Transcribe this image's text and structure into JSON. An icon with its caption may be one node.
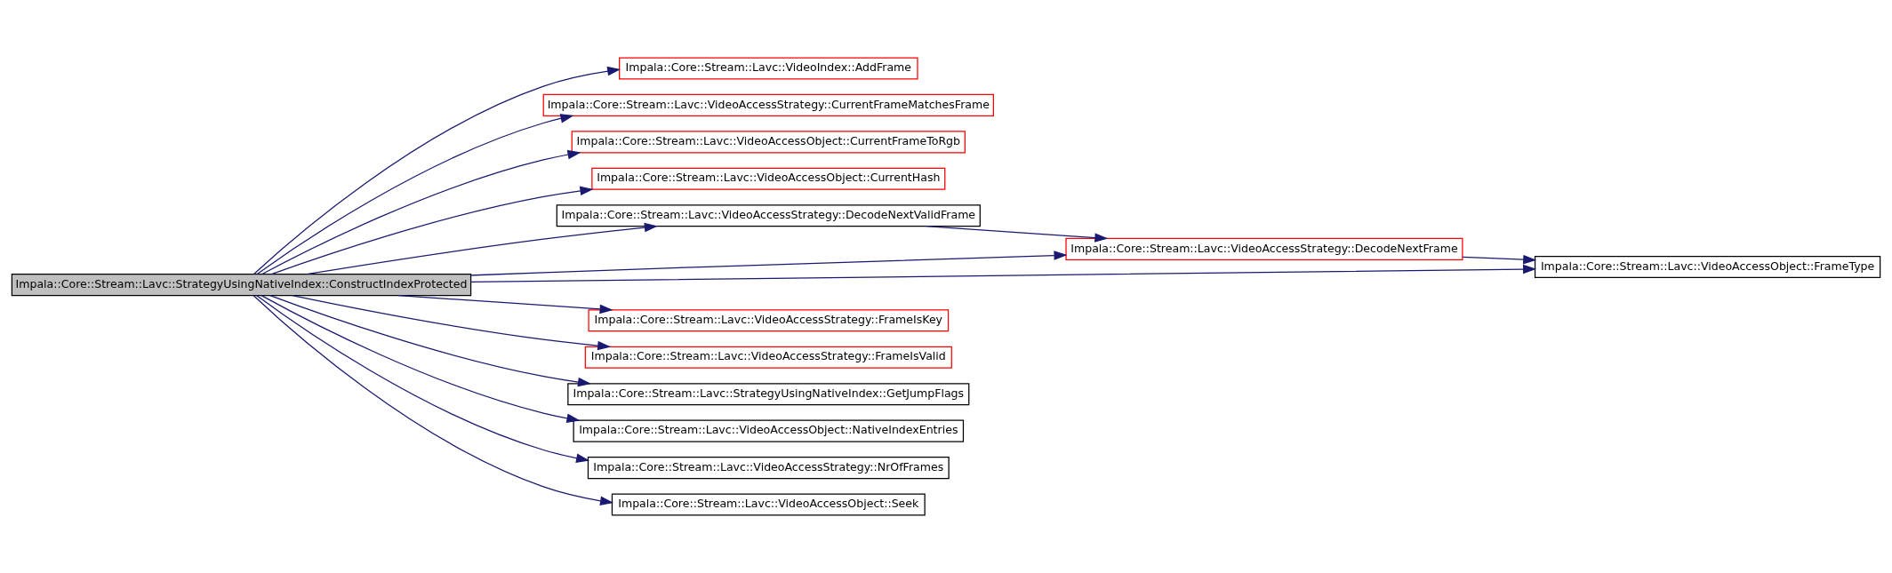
{
  "diagram": {
    "nodes": [
      {
        "text": [
          "Impala::Core::Stream::Lavc::StrategyUsingNativeIndex::ConstructIndexProtected"
        ]
      },
      {
        "text": [
          "Impala::Core::Stream::Lavc::VideoIndex::AddFrame"
        ]
      },
      {
        "text": [
          "Impala::Core::Stream::Lavc::VideoAccessStrategy::CurrentFrameMatchesFrame"
        ]
      },
      {
        "text": [
          "Impala::Core::Stream::Lavc::VideoAccessObject::CurrentFrameToRgb"
        ]
      },
      {
        "text": [
          "Impala::Core::Stream::Lavc::VideoAccessObject::CurrentHash"
        ]
      },
      {
        "text": [
          "Impala::Core::Stream::Lavc::VideoAccessStrategy::DecodeNextValidFrame"
        ]
      },
      {
        "text": [
          "Impala::Core::Stream::Lavc::VideoAccessStrategy::DecodeNextFrame"
        ]
      },
      {
        "text": [
          "Impala::Core::Stream::Lavc::VideoAccessObject::FrameType"
        ]
      },
      {
        "text": [
          "Impala::Core::Stream::Lavc::VideoAccessStrategy::FrameIsKey"
        ]
      },
      {
        "text": [
          "Impala::Core::Stream::Lavc::VideoAccessStrategy::FrameIsValid"
        ]
      },
      {
        "text": [
          "Impala::Core::Stream::Lavc::StrategyUsingNativeIndex::GetJumpFlags"
        ]
      },
      {
        "text": [
          "Impala::Core::Stream::Lavc::VideoAccessObject::NativeIndexEntries"
        ]
      },
      {
        "text": [
          "Impala::Core::Stream::Lavc::VideoAccessStrategy::NrOfFrames"
        ]
      },
      {
        "text": [
          "Impala::Core::Stream::Lavc::VideoAccessObject::Seek"
        ]
      }
    ],
    "edges": [
      {
        "from": 0,
        "to": 1,
        "arrow": "to"
      },
      {
        "from": 0,
        "to": 2,
        "arrow": "to"
      },
      {
        "from": 0,
        "to": 3,
        "arrow": "to"
      },
      {
        "from": 0,
        "to": 4,
        "arrow": "to"
      },
      {
        "from": 0,
        "to": 6,
        "arrow": "to"
      },
      {
        "from": 0,
        "to": 5,
        "arrow": "to"
      },
      {
        "from": 5,
        "to": 6,
        "arrow": "to"
      },
      {
        "from": 6,
        "to": 7,
        "arrow": "to"
      },
      {
        "from": 0,
        "to": 7,
        "arrow": "to"
      },
      {
        "from": 0,
        "to": 8,
        "arrow": "to"
      },
      {
        "from": 0,
        "to": 9,
        "arrow": "to"
      },
      {
        "from": 0,
        "to": 10,
        "arrow": "to"
      },
      {
        "from": 0,
        "to": 11,
        "arrow": "to"
      },
      {
        "from": 0,
        "to": 12,
        "arrow": "to"
      },
      {
        "from": 0,
        "to": 13,
        "arrow": "to"
      }
    ]
  }
}
